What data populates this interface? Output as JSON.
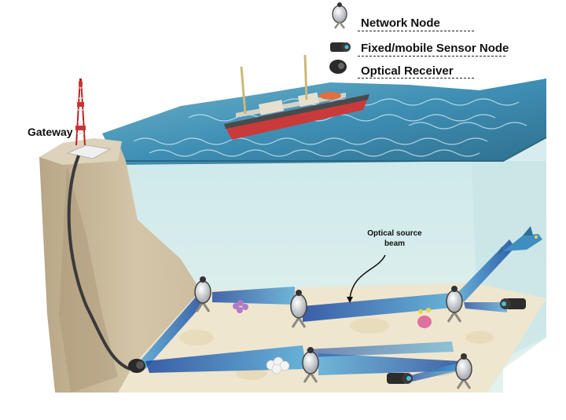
{
  "legend": {
    "network_node": "Network Node",
    "sensor_node": "Fixed/mobile Sensor Node",
    "optical_receiver": "Optical Receiver"
  },
  "labels": {
    "gateway": "Gateway",
    "optical_beam_line1": "Optical source",
    "optical_beam_line2": "beam"
  },
  "colors": {
    "sea_surface": "#3f8fb5",
    "water": "#dcefee",
    "seabed": "#efe6cf",
    "cliff": "#cdbda1",
    "beam": "#1d4fa8",
    "ship_hull": "#c93a3a"
  },
  "icons": {
    "network_node": "network-node-icon",
    "sensor_node": "sensor-node-icon",
    "optical_receiver": "optical-receiver-icon"
  }
}
